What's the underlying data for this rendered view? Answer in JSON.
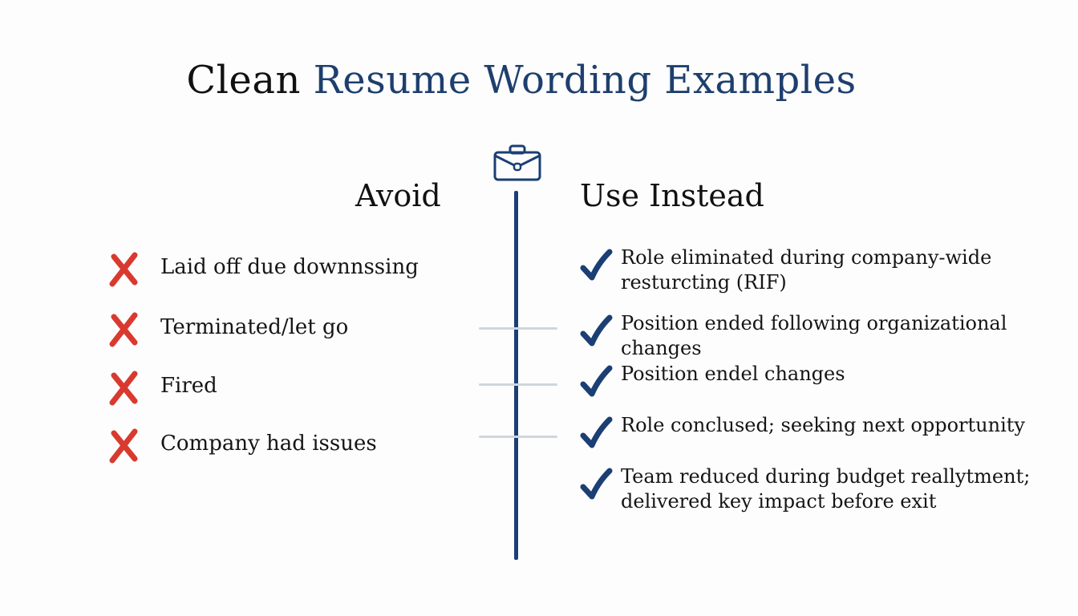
{
  "title": {
    "part1": "Clean",
    "part2": "Resume Wording Examples",
    "accent_color": "#1e3f6e"
  },
  "center_icon": "briefcase-icon",
  "avoid": {
    "heading": "Avoid",
    "icon": "x-mark-icon",
    "icon_color": "#d93a2f",
    "items": [
      {
        "label": "Laid off due downnssing"
      },
      {
        "label": "Terminated/let go"
      },
      {
        "label": "Fired"
      },
      {
        "label": "Company had issues"
      }
    ]
  },
  "use_instead": {
    "heading": "Use Instead",
    "icon": "check-mark-icon",
    "icon_color": "#1b3f74",
    "items": [
      {
        "label": "Role eliminated during company-wide\nresturcting (RIF)"
      },
      {
        "label": "Position ended following organizational changes"
      },
      {
        "label": "Position endel changes"
      },
      {
        "label": "Role conclused; seeking next opportunity"
      },
      {
        "label": "Team reduced during budget reallytment;\ndelivered key impact before exit"
      }
    ]
  }
}
